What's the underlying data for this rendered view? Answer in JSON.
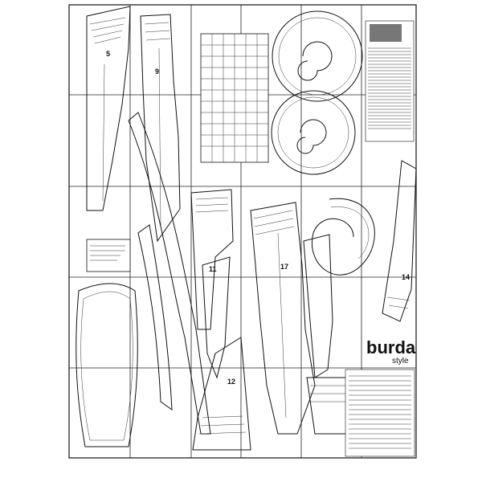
{
  "brand": {
    "name": "burda",
    "sub": "style"
  },
  "pieces": [
    {
      "key": "p5",
      "num": "5"
    },
    {
      "key": "p9",
      "num": "9"
    },
    {
      "key": "p11",
      "num": "11"
    },
    {
      "key": "p12",
      "num": "12"
    },
    {
      "key": "p14",
      "num": "14"
    },
    {
      "key": "p17",
      "num": "17"
    }
  ],
  "colors": {
    "ink": "#111111",
    "paper": "#ffffff",
    "text_gray": "#666666"
  }
}
